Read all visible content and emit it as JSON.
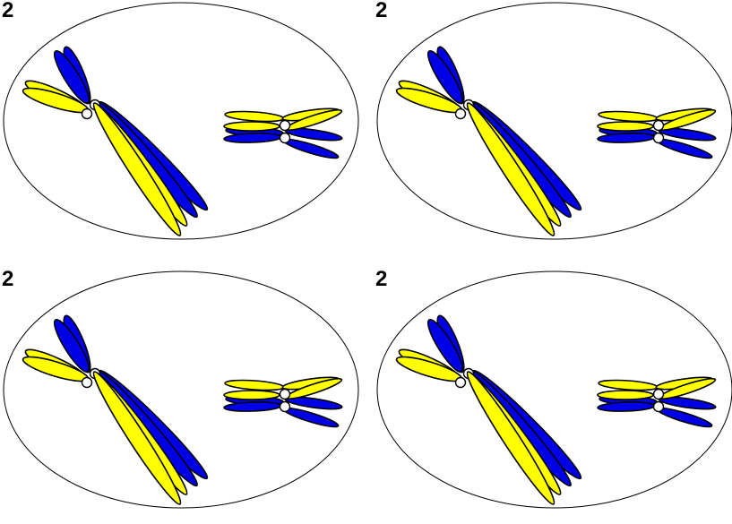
{
  "panels": [
    {
      "label": "2"
    },
    {
      "label": "2"
    },
    {
      "label": "2"
    },
    {
      "label": "2"
    }
  ],
  "colors": {
    "chromatid_a": "#ffff00",
    "chromatid_b": "#0000e6",
    "centromere": "#ffffff",
    "outline": "#000000",
    "cell_fill": "#ffffff"
  }
}
